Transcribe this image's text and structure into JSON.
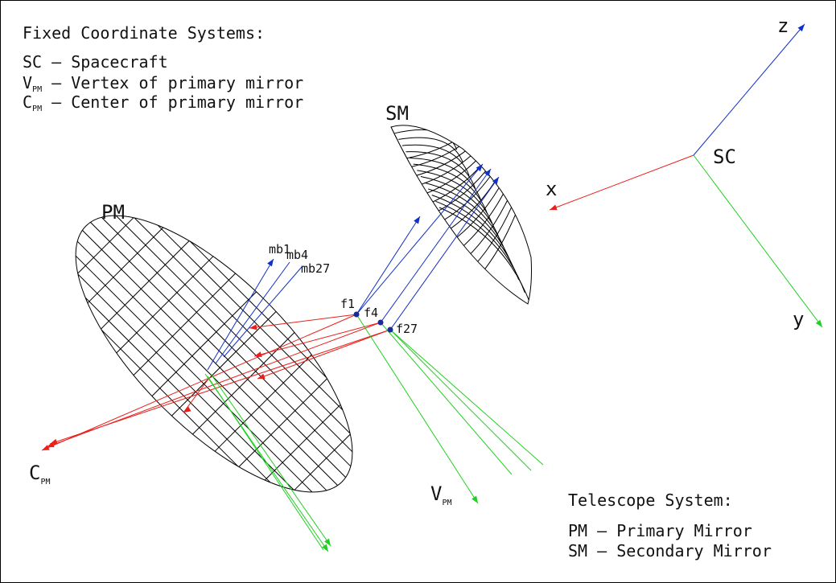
{
  "legend_fixed": {
    "title": "Fixed Coordinate Systems:",
    "items": [
      {
        "symbol": "SC",
        "description": "Spacecraft"
      },
      {
        "symbol": "V",
        "subscript": "PM",
        "description": "Vertex of primary mirror"
      },
      {
        "symbol": "C",
        "subscript": "PM",
        "description": "Center of primary mirror"
      }
    ]
  },
  "legend_telescope": {
    "title": "Telescope System:",
    "items": [
      {
        "symbol": "PM",
        "description": "Primary Mirror"
      },
      {
        "symbol": "SM",
        "description": "Secondary Mirror"
      }
    ]
  },
  "labels": {
    "pm": "PM",
    "sm": "SM",
    "sc": "SC",
    "axis_x": "x",
    "axis_y": "y",
    "axis_z": "z",
    "c_pm": "C",
    "c_pm_sub": "PM",
    "v_pm": "V",
    "v_pm_sub": "PM",
    "mb1": "mb1",
    "mb4": "mb4",
    "mb27": "mb27",
    "f1": "f1",
    "f4": "f4",
    "f27": "f27"
  },
  "colors": {
    "x_axis": "#e8201c",
    "y_axis": "#20d020",
    "z_axis": "#1030c8",
    "mesh": "#000000",
    "frame_border": "#000000"
  }
}
